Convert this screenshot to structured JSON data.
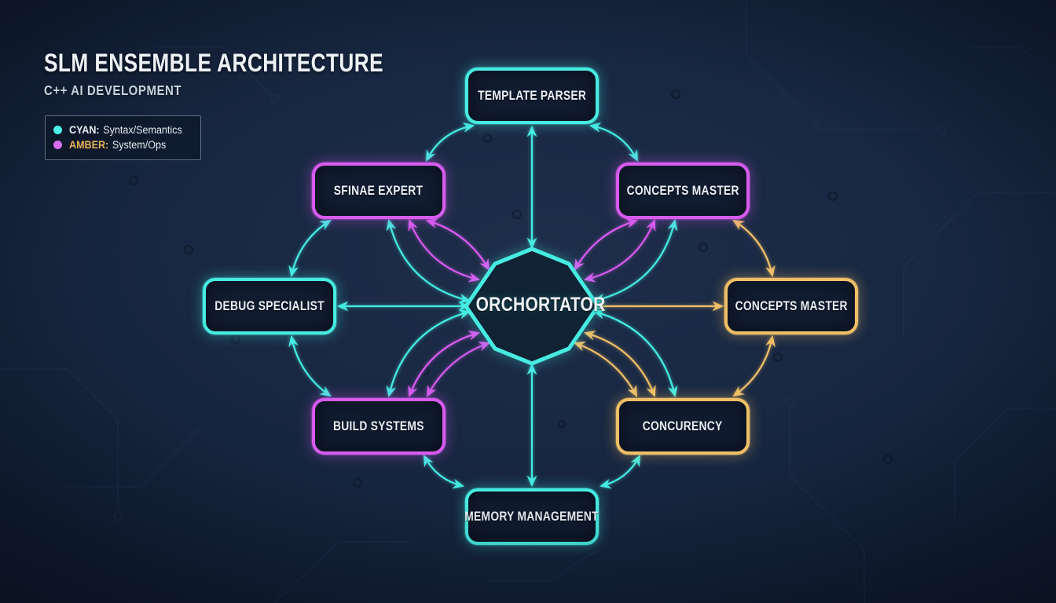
{
  "header": {
    "title": "SLM ENSEMBLE ARCHITECTURE",
    "subtitle": "C++ AI DEVELOPMENT"
  },
  "legend": {
    "items": [
      {
        "name": "cyan",
        "label": "CYAN:",
        "description": "Syntax/Semantics",
        "dot_color": "#4df0e6",
        "label_color": "#e6ebf2"
      },
      {
        "name": "amber",
        "label": "AMBER:",
        "description": "System/Ops",
        "dot_color": "#d76df2",
        "label_color": "#e9b355"
      }
    ]
  },
  "colors": {
    "cyan": "#46EBE1",
    "magenta": "#D75BEF",
    "amber": "#EFBF67"
  },
  "diagram": {
    "center": {
      "id": "orchestrator",
      "label": "ORCHORTATOR",
      "color": "cyan"
    },
    "nodes": [
      {
        "id": "template-parser",
        "label": "TEMPLATE PARSER",
        "color": "cyan"
      },
      {
        "id": "sfinae-expert",
        "label": "SFINAE EXPERT",
        "color": "magenta"
      },
      {
        "id": "concepts-master-top",
        "label": "CONCEPTS MASTER",
        "color": "magenta"
      },
      {
        "id": "debug-specialist",
        "label": "DEBUG SPECIALIST",
        "color": "cyan"
      },
      {
        "id": "concepts-master-right",
        "label": "CONCEPTS MASTER",
        "color": "amber"
      },
      {
        "id": "build-systems",
        "label": "BUILD SYSTEMS",
        "color": "magenta"
      },
      {
        "id": "concurrency",
        "label": "CONCURENCY",
        "color": "amber"
      },
      {
        "id": "memory-management",
        "label": "MEMORY MANAGEMENT",
        "color": "cyan"
      }
    ],
    "edges": [
      {
        "from": "template-parser",
        "to": "sfinae-expert",
        "color": "cyan",
        "heads": "both"
      },
      {
        "from": "template-parser",
        "to": "concepts-master-top",
        "color": "cyan",
        "heads": "both"
      },
      {
        "from": "sfinae-expert",
        "to": "debug-specialist",
        "color": "cyan",
        "heads": "both"
      },
      {
        "from": "concepts-master-top",
        "to": "concepts-master-right",
        "color": "amber",
        "heads": "both"
      },
      {
        "from": "debug-specialist",
        "to": "build-systems",
        "color": "cyan",
        "heads": "both"
      },
      {
        "from": "concepts-master-right",
        "to": "concurrency",
        "color": "amber",
        "heads": "both"
      },
      {
        "from": "build-systems",
        "to": "memory-management",
        "color": "cyan",
        "heads": "both"
      },
      {
        "from": "concurrency",
        "to": "memory-management",
        "color": "cyan",
        "heads": "both"
      },
      {
        "from": "orchestrator",
        "to": "template-parser",
        "color": "cyan",
        "heads": "both"
      },
      {
        "from": "orchestrator",
        "to": "memory-management",
        "color": "cyan",
        "heads": "both"
      },
      {
        "from": "orchestrator",
        "to": "debug-specialist",
        "color": "cyan",
        "heads": "both"
      },
      {
        "from": "orchestrator",
        "to": "concepts-master-right",
        "color": "amber",
        "heads": "both"
      },
      {
        "from": "orchestrator",
        "to": "sfinae-expert",
        "color": "cyan",
        "heads": "both",
        "variant": 0
      },
      {
        "from": "orchestrator",
        "to": "sfinae-expert",
        "color": "magenta",
        "heads": "both",
        "variant": 1
      },
      {
        "from": "orchestrator",
        "to": "sfinae-expert",
        "color": "magenta",
        "heads": "both",
        "variant": 2
      },
      {
        "from": "orchestrator",
        "to": "concepts-master-top",
        "color": "cyan",
        "heads": "both",
        "variant": 0
      },
      {
        "from": "orchestrator",
        "to": "concepts-master-top",
        "color": "magenta",
        "heads": "both",
        "variant": 1
      },
      {
        "from": "orchestrator",
        "to": "concepts-master-top",
        "color": "magenta",
        "heads": "both",
        "variant": 2
      },
      {
        "from": "orchestrator",
        "to": "build-systems",
        "color": "cyan",
        "heads": "both",
        "variant": 0
      },
      {
        "from": "orchestrator",
        "to": "build-systems",
        "color": "magenta",
        "heads": "both",
        "variant": 1
      },
      {
        "from": "orchestrator",
        "to": "build-systems",
        "color": "magenta",
        "heads": "both",
        "variant": 2
      },
      {
        "from": "orchestrator",
        "to": "concurrency",
        "color": "cyan",
        "heads": "both",
        "variant": 0
      },
      {
        "from": "orchestrator",
        "to": "concurrency",
        "color": "amber",
        "heads": "both",
        "variant": 1
      },
      {
        "from": "orchestrator",
        "to": "concurrency",
        "color": "amber",
        "heads": "both",
        "variant": 2
      }
    ]
  }
}
